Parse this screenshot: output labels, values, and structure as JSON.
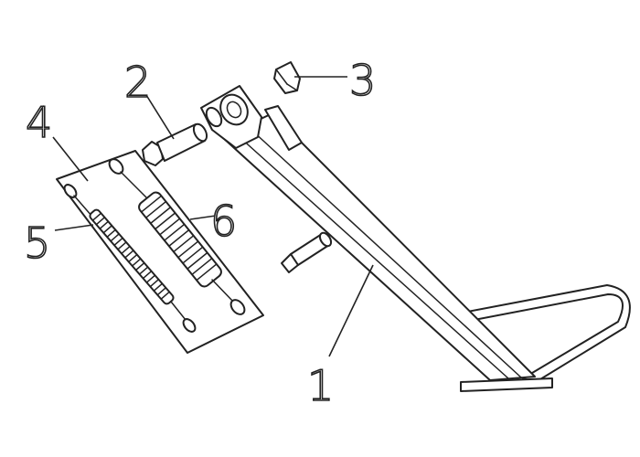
{
  "diagram": {
    "line_color": "#222222",
    "background_color": "#ffffff",
    "callouts": [
      "1",
      "2",
      "3",
      "4",
      "5",
      "6"
    ]
  }
}
